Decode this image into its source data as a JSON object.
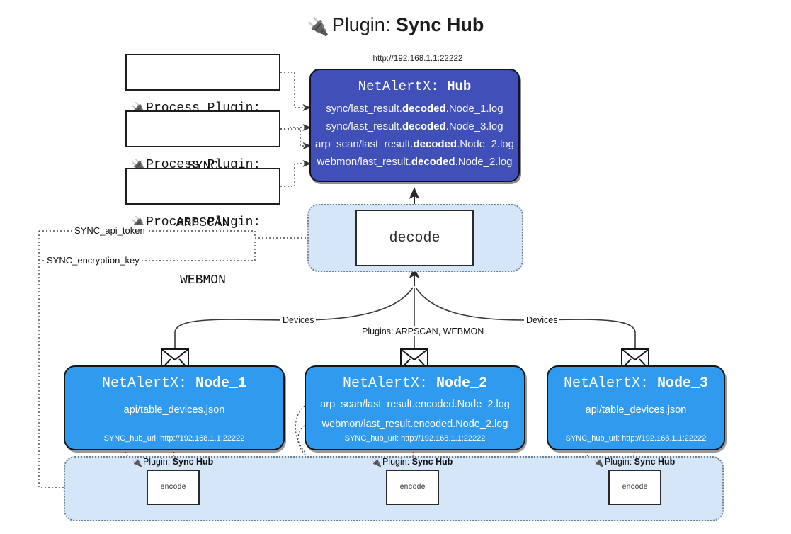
{
  "title": {
    "icon": "plug-icon",
    "glyph": "🔌",
    "prefix": "Plugin: ",
    "name": "Sync Hub"
  },
  "colors": {
    "hub": "#4150b8",
    "node": "#2f9aee",
    "band": "#d5e6f8",
    "band_border": "#6f7f8d",
    "box_border": "#1d1d1d",
    "background": "#ffffff"
  },
  "hub": {
    "url": "http://192.168.1.1:22222",
    "title_prefix": "NetAlertX: ",
    "title_name": "Hub",
    "rows": [
      {
        "pre": "sync/last_result.",
        "strong": "decoded",
        "post": ".Node_1.log"
      },
      {
        "pre": "sync/last_result.",
        "strong": "decoded",
        "post": ".Node_3.log"
      },
      {
        "pre": "arp_scan/last_result.",
        "strong": "decoded",
        "post": ".Node_2.log"
      },
      {
        "pre": "webmon/last_result.",
        "strong": "decoded",
        "post": ".Node_2.log"
      }
    ]
  },
  "process_plugins": [
    {
      "icon": "plug-icon",
      "glyph": "🔌",
      "line1": "Process Plugin:",
      "line2": "SYNC"
    },
    {
      "icon": "plug-icon",
      "glyph": "🔌",
      "line1": "Process Plugin:",
      "line2": "ARPSCAN"
    },
    {
      "icon": "plug-icon",
      "glyph": "🔌",
      "line1": "Process Plugin:",
      "line2": "WEBMON"
    }
  ],
  "decode": {
    "label": "decode",
    "tokens": [
      {
        "label": "SYNC_api_token"
      },
      {
        "label": "SYNC_encryption_key"
      }
    ]
  },
  "edge_labels": {
    "left_devices": "Devices",
    "center_plugins": "Plugins: ARPSCAN, WEBMON",
    "right_devices": "Devices"
  },
  "nodes": [
    {
      "icon": "envelope-icon",
      "title_prefix": "NetAlertX: ",
      "title_name": "Node_1",
      "rows": [
        "api/table_devices.json"
      ],
      "footer": "SYNC_hub_url: http://192.168.1.1:22222"
    },
    {
      "icon": "envelope-icon",
      "title_prefix": "NetAlertX: ",
      "title_name": "Node_2",
      "rows": [
        "arp_scan/last_result.encoded.Node_2.log",
        "webmon/last_result.encoded.Node_2.log"
      ],
      "footer": "SYNC_hub_url: http://192.168.1.1:22222"
    },
    {
      "icon": "envelope-icon",
      "title_prefix": "NetAlertX: ",
      "title_name": "Node_3",
      "rows": [
        "api/table_devices.json"
      ],
      "footer": "SYNC_hub_url: http://192.168.1.1:22222"
    }
  ],
  "encoders": [
    {
      "icon": "plug-icon",
      "glyph": "🔌",
      "tag_prefix": "Plugin: ",
      "tag_name": "Sync Hub",
      "label": "encode"
    },
    {
      "icon": "plug-icon",
      "glyph": "🔌",
      "tag_prefix": "Plugin: ",
      "tag_name": "Sync Hub",
      "label": "encode"
    },
    {
      "icon": "plug-icon",
      "glyph": "🔌",
      "tag_prefix": "Plugin: ",
      "tag_name": "Sync Hub",
      "label": "encode"
    }
  ]
}
